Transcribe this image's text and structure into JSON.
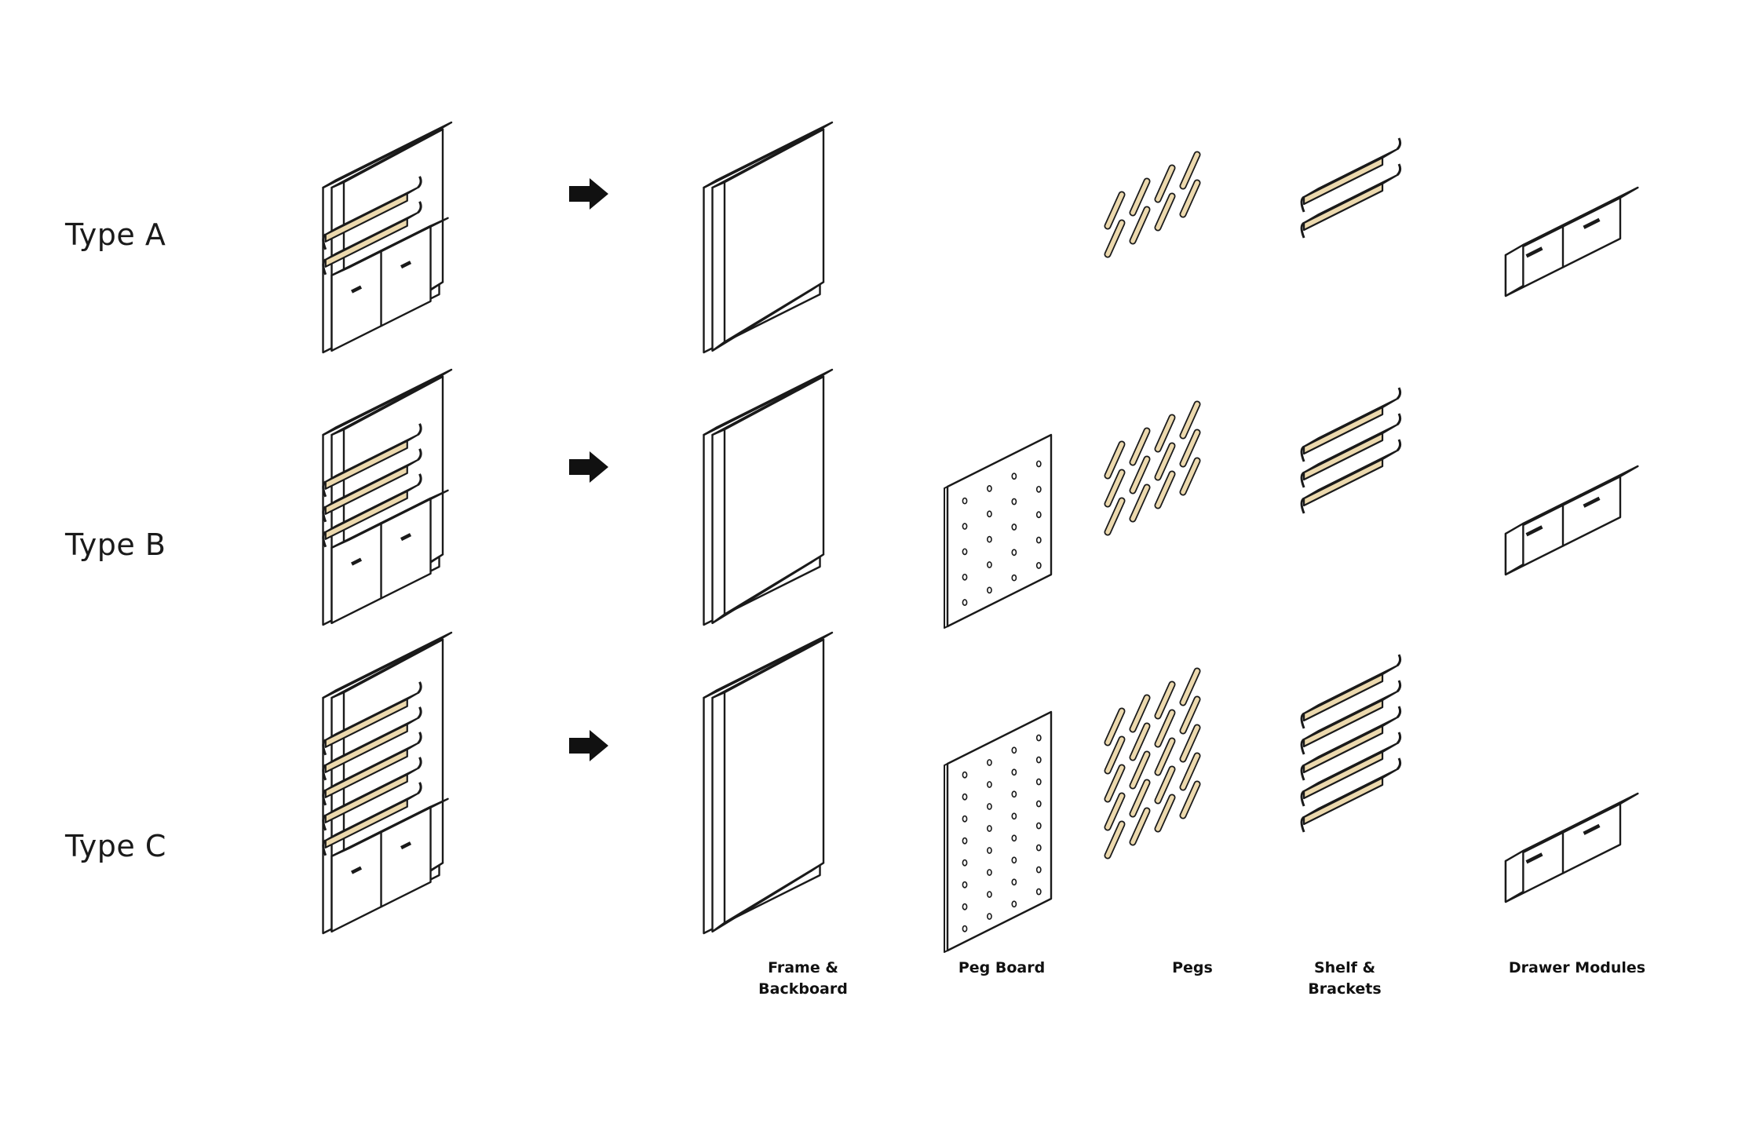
{
  "rows": [
    {
      "label": "Type A",
      "shelves": 2,
      "pegs": 8,
      "board": false
    },
    {
      "label": "Type B",
      "shelves": 3,
      "pegs": 12,
      "board": true
    },
    {
      "label": "Type C",
      "shelves": 5,
      "pegs": 20,
      "board": true
    }
  ],
  "columns": [
    {
      "lines": [
        "Frame &",
        "Backboard"
      ]
    },
    {
      "lines": [
        "Peg Board"
      ]
    },
    {
      "lines": [
        "Pegs"
      ]
    },
    {
      "lines": [
        "Shelf &",
        "Brackets"
      ]
    },
    {
      "lines": [
        "Drawer Modules"
      ]
    }
  ],
  "colors": {
    "wood": "#ecd9ae",
    "line": "#1a1a1a",
    "background": "#ffffff"
  }
}
